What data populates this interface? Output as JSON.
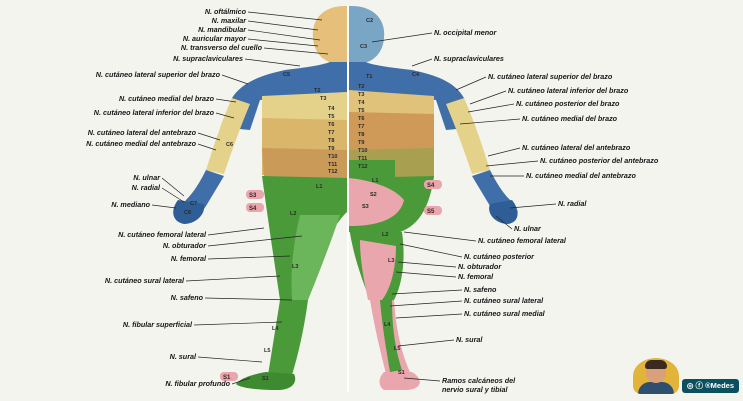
{
  "labels_left": [
    "N. oftálmico",
    "N. maxilar",
    "N. mandibular",
    "N. auricular mayor",
    "N. transverso del cuello",
    "N. supraclaviculares",
    "N. cutáneo lateral superior del brazo",
    "N. cutáneo medial del brazo",
    "N. cutáneo lateral inferior del brazo",
    "N. cutáneo lateral del antebrazo",
    "N. cutáneo medial del antebrazo",
    "N. ulnar",
    "N. radial",
    "N. mediano",
    "N. cutáneo femoral lateral",
    "N. obturador",
    "N. femoral",
    "N. cutáneo sural lateral",
    "N. safeno",
    "N. fibular superficial",
    "N. sural",
    "N. fibular profundo"
  ],
  "labels_right": [
    "N. occipital menor",
    "N. supraclaviculares",
    "N. cutáneo lateral superior del brazo",
    "N. cutáneo lateral inferior del brazo",
    "N. cutáneo posterior del brazo",
    "N. cutáneo medial del brazo",
    "N. cutáneo lateral del antebrazo",
    "N. cutáneo posterior del antebrazo",
    "N. cutáneo medial del antebrazo",
    "N. radial",
    "N. ulnar",
    "N. cutáneo femoral lateral",
    "N. cutáneo posterior",
    "N. obturador",
    "N. femoral",
    "N. safeno",
    "N. cutáneo sural lateral",
    "N. cutáneo sural medial",
    "N. sural",
    "Ramos calcáneos del",
    "nervio sural y tibial"
  ],
  "segments_front": [
    "C5",
    "T2",
    "T3",
    "T4",
    "T5",
    "T6",
    "T7",
    "T8",
    "T9",
    "T10",
    "T11",
    "T12",
    "L1",
    "L2",
    "L3",
    "L4",
    "L5",
    "S1",
    "C6",
    "C7",
    "C8"
  ],
  "segments_back": [
    "C2",
    "C3",
    "C4",
    "T1",
    "T2",
    "T3",
    "T4",
    "T5",
    "T6",
    "T7",
    "T8",
    "T9",
    "T10",
    "T11",
    "T12",
    "L1",
    "L2",
    "L3",
    "L4",
    "L5",
    "S1",
    "S2",
    "S3"
  ],
  "sacral_tags": [
    "S3",
    "S4",
    "S4",
    "S5",
    "S1"
  ],
  "brand": {
    "text": "◎ ⓕ ®Medes"
  },
  "colors": {
    "blue": "#3f6ea8",
    "yellow": "#e4d28a",
    "green": "#4a9a3a",
    "pink": "#e9a6ad",
    "skin": "#e6c07a",
    "back_blue": "#7aa6c6",
    "orange": "#d89a5a"
  }
}
